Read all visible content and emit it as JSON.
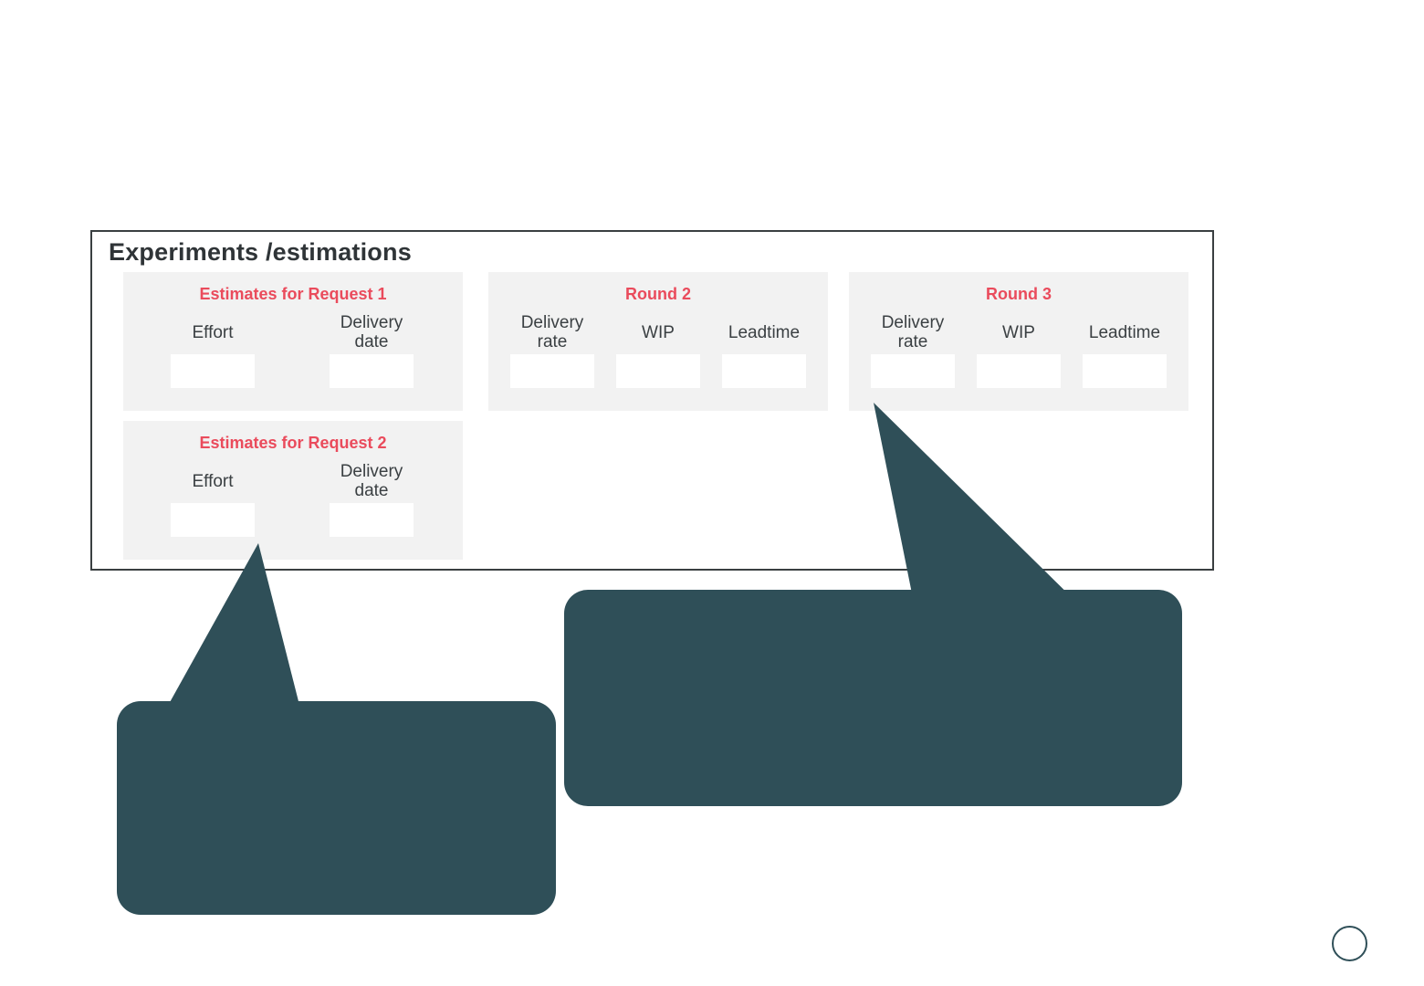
{
  "panel": {
    "title": "Experiments /estimations",
    "border_color": "#3a3f41",
    "card_bg": "#f2f2f2",
    "heading_color": "#ea4b5c",
    "label_color": "#3b4043",
    "groups": [
      {
        "heading": "Estimates for Request 1",
        "layout": "two",
        "fields": [
          {
            "label": "Effort",
            "value": "",
            "placeholder": ""
          },
          {
            "label": "Delivery date",
            "value": "",
            "placeholder": ""
          }
        ]
      },
      {
        "heading": "Round 2",
        "layout": "three",
        "fields": [
          {
            "label": "Delivery rate",
            "value": "",
            "placeholder": ""
          },
          {
            "label": "WIP",
            "value": "",
            "placeholder": ""
          },
          {
            "label": "Leadtime",
            "value": "",
            "placeholder": ""
          }
        ]
      },
      {
        "heading": "Round 3",
        "layout": "three",
        "fields": [
          {
            "label": "Delivery rate",
            "value": "",
            "placeholder": ""
          },
          {
            "label": "WIP",
            "value": "",
            "placeholder": ""
          },
          {
            "label": "Leadtime",
            "value": "",
            "placeholder": ""
          }
        ]
      },
      {
        "heading": "Estimates for Request 2",
        "layout": "two",
        "fields": [
          {
            "label": "Effort",
            "value": "",
            "placeholder": ""
          },
          {
            "label": "Delivery date",
            "value": "",
            "placeholder": ""
          }
        ]
      }
    ]
  },
  "callouts": {
    "fill_color": "#2f4f58",
    "items": [
      {
        "name": "callout-left",
        "text": "",
        "points_to": "Estimates for Request 2"
      },
      {
        "name": "callout-right",
        "text": "",
        "points_to": "Round 3"
      }
    ]
  },
  "decoration": {
    "corner_circle_color": "#2f4f58"
  }
}
